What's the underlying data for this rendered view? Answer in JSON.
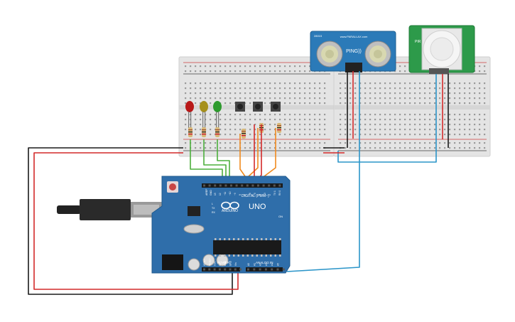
{
  "arduino": {
    "brand": "ARDUINO",
    "model": "UNO",
    "digital_label": "DIGITAL (PWM~)",
    "power_label": "POWER",
    "analog_label": "ANALOG IN",
    "on_label": "ON",
    "tx_label": "TX",
    "rx_label": "RX",
    "l_label": "L",
    "aref_label": "AREF",
    "gnd_label": "GND",
    "digital_pins": [
      "13",
      "12",
      "~11",
      "~10",
      "~9",
      "8",
      "7",
      "~6",
      "~5",
      "4",
      "~3",
      "2",
      "TX 1",
      "RX 0"
    ],
    "power_pins": [
      "IOREF",
      "RESET",
      "3.3V",
      "5V",
      "GND",
      "GND",
      "Vin"
    ],
    "analog_pins": [
      "A0",
      "A1",
      "A2",
      "A3",
      "A4",
      "A5"
    ]
  },
  "sensors": {
    "ping_label": "PING))",
    "ping_brand": "www.PARALLAX.com",
    "ping_model": "28015",
    "pir_label": "PIR"
  },
  "colors": {
    "board": "#2f6eaa",
    "wire_red": "#d42a2a",
    "wire_black": "#1a1a1a",
    "wire_green": "#4caf3c",
    "wire_orange": "#f08a1e",
    "wire_blue": "#2b95c9",
    "led_red": "#b81818",
    "led_yellow": "#a6901c",
    "led_green": "#2e9b2e"
  }
}
